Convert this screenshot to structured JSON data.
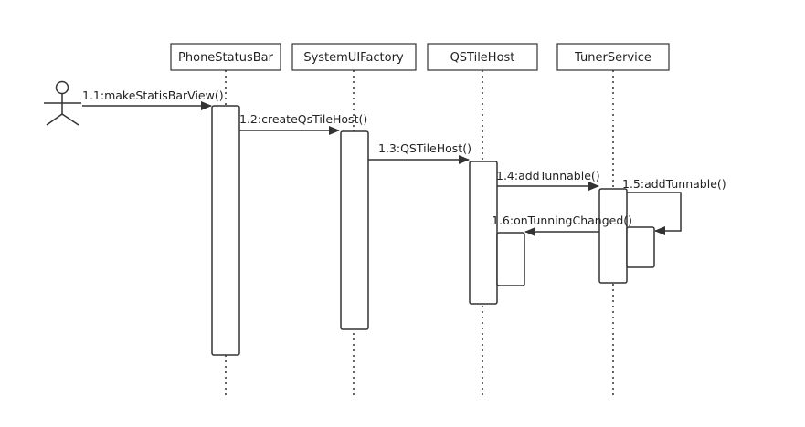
{
  "lifelines": [
    {
      "id": "phone",
      "label": "PhoneStatusBar"
    },
    {
      "id": "factory",
      "label": "SystemUIFactory"
    },
    {
      "id": "host",
      "label": "QSTileHost"
    },
    {
      "id": "tuner",
      "label": "TunerService"
    }
  ],
  "messages": [
    {
      "id": "m1",
      "label": "1.1:makeStatisBarView()"
    },
    {
      "id": "m2",
      "label": "1.2:createQsTileHost()"
    },
    {
      "id": "m3",
      "label": "1.3:QSTileHost()"
    },
    {
      "id": "m4",
      "label": "1.4:addTunnable()"
    },
    {
      "id": "m5",
      "label": "1.5:addTunnable()"
    },
    {
      "id": "m6",
      "label": "1.6:onTunningChanged()"
    }
  ],
  "colors": {
    "line": "#333333",
    "text": "#222222",
    "background": "#ffffff"
  }
}
